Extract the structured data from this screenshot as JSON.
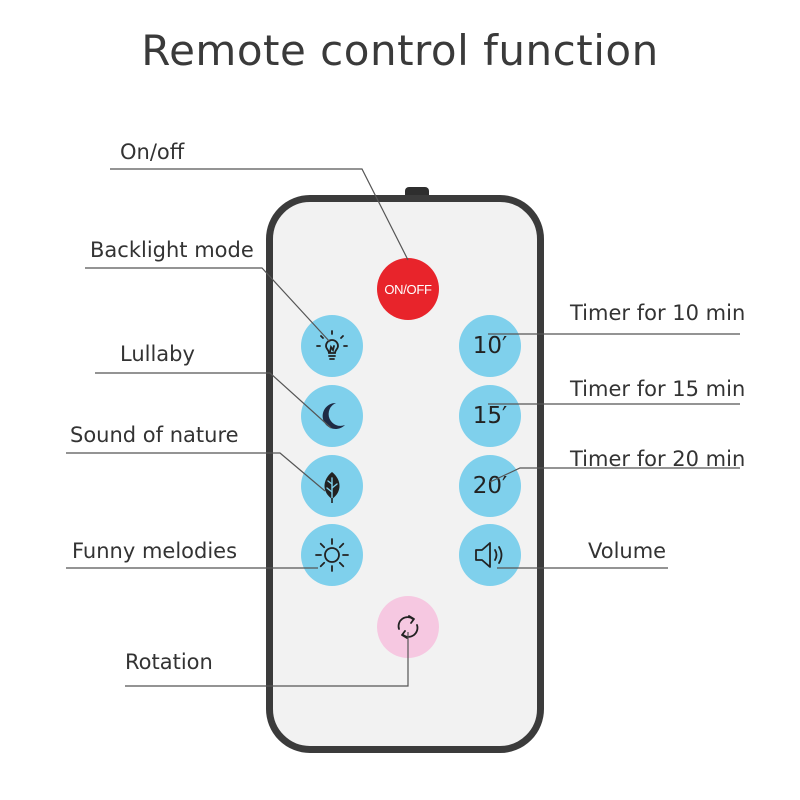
{
  "title": "Remote control function",
  "labels": {
    "on_off": "On/off",
    "backlight": "Backlight mode",
    "lullaby": "Lullaby",
    "nature": "Sound of nature",
    "melodies": "Funny melodies",
    "rotation": "Rotation",
    "timer10": "Timer for 10 min",
    "timer15": "Timer for 15 min",
    "timer20": "Timer for 20 min",
    "volume": "Volume"
  },
  "buttons": {
    "on_off": "ON/OFF",
    "t10": "10′",
    "t15": "15′",
    "t20": "20′"
  },
  "icons": {
    "backlight": "lightbulb-icon",
    "lullaby": "moon-icon",
    "nature": "leaf-icon",
    "melodies": "sun-icon",
    "volume": "speaker-icon",
    "rotation": "rotate-icon"
  },
  "colors": {
    "button_blue": "#7fd0ec",
    "button_pink": "#f6c8e1",
    "button_red": "#e8242b",
    "remote_border": "#3b3b3b",
    "remote_body": "#f2f2f2"
  }
}
